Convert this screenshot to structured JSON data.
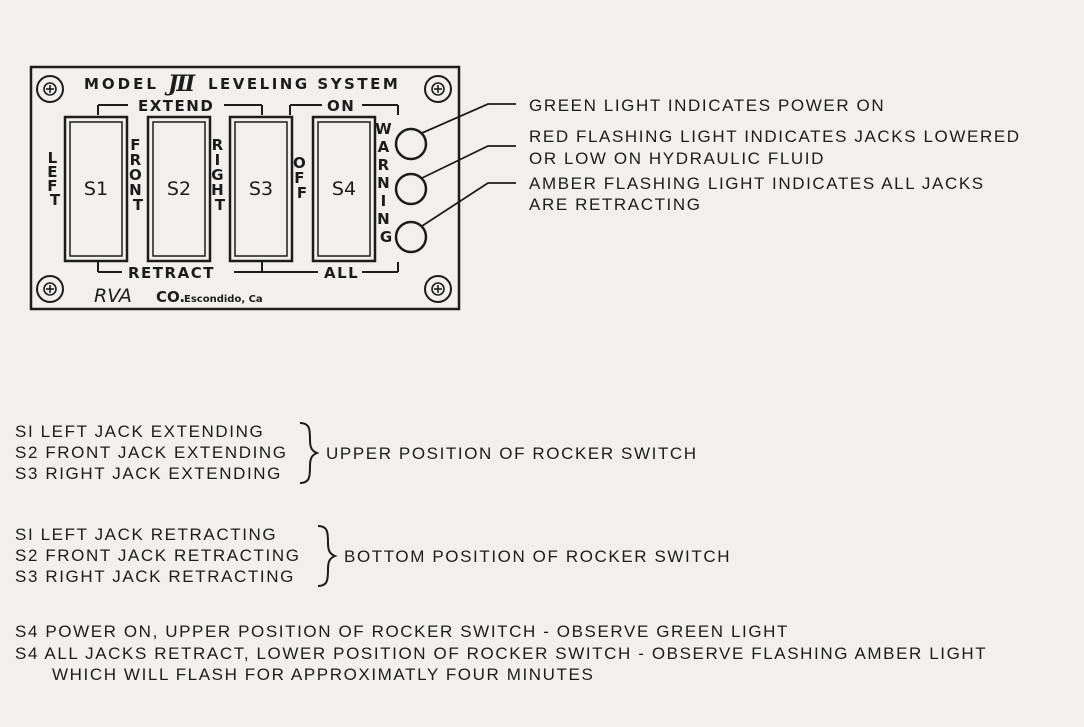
{
  "panel": {
    "header_model": "MODEL",
    "header_logo": "JII",
    "header_system": "LEVELING SYSTEM",
    "extend_label": "EXTEND",
    "on_label": "ON",
    "retract_label": "RETRACT",
    "all_label": "ALL",
    "left_label": "LEFT",
    "front_label": "FRONT",
    "right_label": "RIGHT",
    "off_label": "OFF",
    "warning_label": "WARNING",
    "switches": [
      "S1",
      "S2",
      "S3",
      "S4"
    ],
    "maker_logo": "RVA",
    "maker_text": "CO.",
    "maker_location": "Escondido, Ca"
  },
  "callouts": {
    "green": "GREEN LIGHT INDICATES POWER ON",
    "red_line1": "RED FLASHING LIGHT INDICATES JACKS LOWERED",
    "red_line2": "OR LOW ON HYDRAULIC FLUID",
    "amber_line1": "AMBER FLASHING LIGHT INDICATES ALL JACKS",
    "amber_line2": "ARE RETRACTING"
  },
  "upper_group": {
    "items": [
      "SI LEFT JACK EXTENDING",
      "S2 FRONT JACK EXTENDING",
      "S3 RIGHT JACK EXTENDING"
    ],
    "description": "UPPER POSITION OF ROCKER SWITCH"
  },
  "bottom_group": {
    "items": [
      "SI LEFT JACK RETRACTING",
      "S2 FRONT JACK RETRACTING",
      "S3 RIGHT JACK RETRACTING"
    ],
    "description": "BOTTOM POSITION OF ROCKER SWITCH"
  },
  "s4_notes": {
    "line1": "S4 POWER ON, UPPER POSITION OF ROCKER SWITCH - OBSERVE GREEN LIGHT",
    "line2": "S4 ALL JACKS RETRACT, LOWER POSITION OF ROCKER SWITCH - OBSERVE FLASHING AMBER LIGHT",
    "line3": "WHICH WILL FLASH FOR APPROXIMATLY FOUR MINUTES"
  }
}
